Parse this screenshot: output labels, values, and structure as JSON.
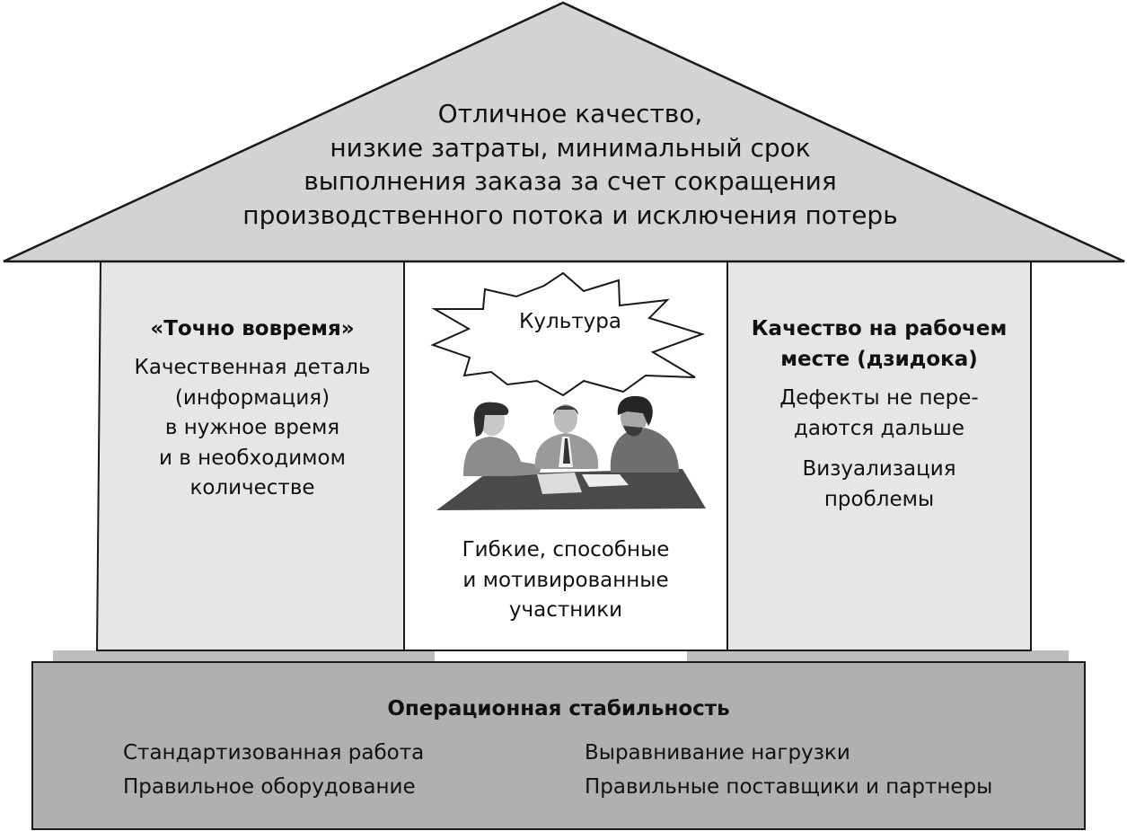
{
  "roof": {
    "lines": [
      "Отличное качество,",
      "низкие затраты, минимальный срок",
      "выполнения заказа за счет сокращения",
      "производственного потока и исключения потерь"
    ]
  },
  "left_pillar": {
    "title": "«Точно вовремя»",
    "lines": [
      "Качественная деталь",
      "(информация)",
      "в нужное время",
      "и в необходимом",
      "количестве"
    ]
  },
  "center": {
    "burst_label": "Культура",
    "illustration_icon": "meeting-people-icon",
    "lines": [
      "Гибкие, способные",
      "и мотивированные",
      "участники"
    ]
  },
  "right_pillar": {
    "title_lines": [
      "Качество на рабочем",
      "месте (дзидока)"
    ],
    "group1": [
      "Дефекты не пере-",
      "даются дальше"
    ],
    "group2": [
      "Визуализация",
      "проблемы"
    ]
  },
  "base": {
    "title": "Операционная стабильность",
    "left_items": [
      "Стандартизованная работа",
      "Правильное оборудование"
    ],
    "right_items": [
      "Выравнивание нагрузки",
      "Правильные поставщики и партнеры"
    ]
  },
  "colors": {
    "roof": "#d3d3d3",
    "pillar": "#e6e6e6",
    "base": "#b0b0b0",
    "plinth": "#bdbdbd",
    "outline": "#1a1a1a"
  }
}
